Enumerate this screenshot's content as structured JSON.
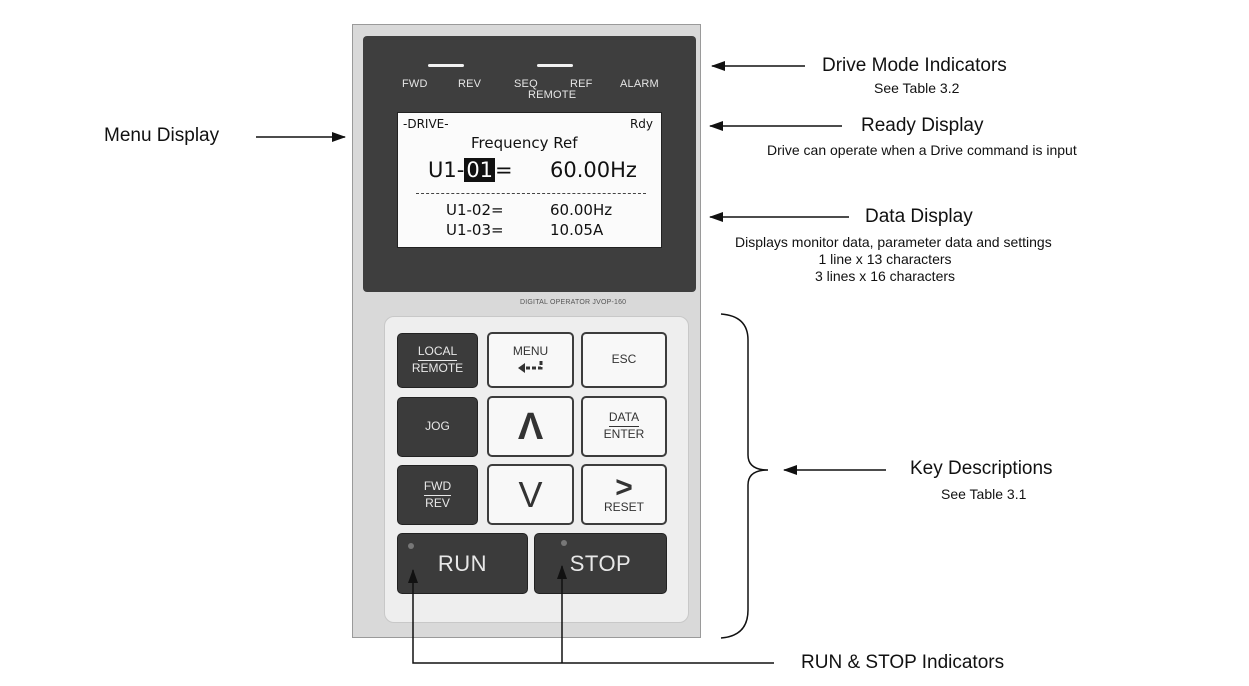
{
  "indicators": {
    "fwd": "FWD",
    "rev": "REV",
    "seq": "SEQ",
    "ref": "REF",
    "remote": "REMOTE",
    "alarm": "ALARM"
  },
  "lcd": {
    "mode": "-DRIVE-",
    "ready": "Rdy",
    "title": "Frequency Ref",
    "main_prefix": "U1-",
    "main_param": "01",
    "main_eq": "=",
    "main_value": "60.00Hz",
    "rows": [
      {
        "param": "U1-02=",
        "value": "60.00Hz"
      },
      {
        "param": "U1-03=",
        "value": "10.05A"
      }
    ]
  },
  "model": "DIGITAL OPERATOR JVOP-160",
  "keys": {
    "local": "LOCAL",
    "remote": "REMOTE",
    "menu": "MENU",
    "esc": "ESC",
    "jog": "JOG",
    "up": "Λ",
    "data": "DATA",
    "enter": "ENTER",
    "fwd": "FWD",
    "rev": "REV",
    "down": "V",
    "shift": ">",
    "reset": "RESET",
    "run": "RUN",
    "stop": "STOP"
  },
  "annotations": {
    "menu_display": "Menu Display",
    "drive_mode": {
      "title": "Drive Mode Indicators",
      "lines": [
        "See Table 3.2"
      ]
    },
    "ready_display": {
      "title": "Ready Display",
      "lines": [
        "Drive can operate when a Drive command is input"
      ]
    },
    "data_display": {
      "title": "Data Display",
      "lines": [
        "Displays monitor data, parameter data and settings",
        "1 line x 13 characters",
        "3 lines x 16 characters"
      ]
    },
    "key_descriptions": {
      "title": "Key Descriptions",
      "lines": [
        "See Table 3.1"
      ]
    },
    "run_stop": "RUN & STOP Indicators"
  }
}
